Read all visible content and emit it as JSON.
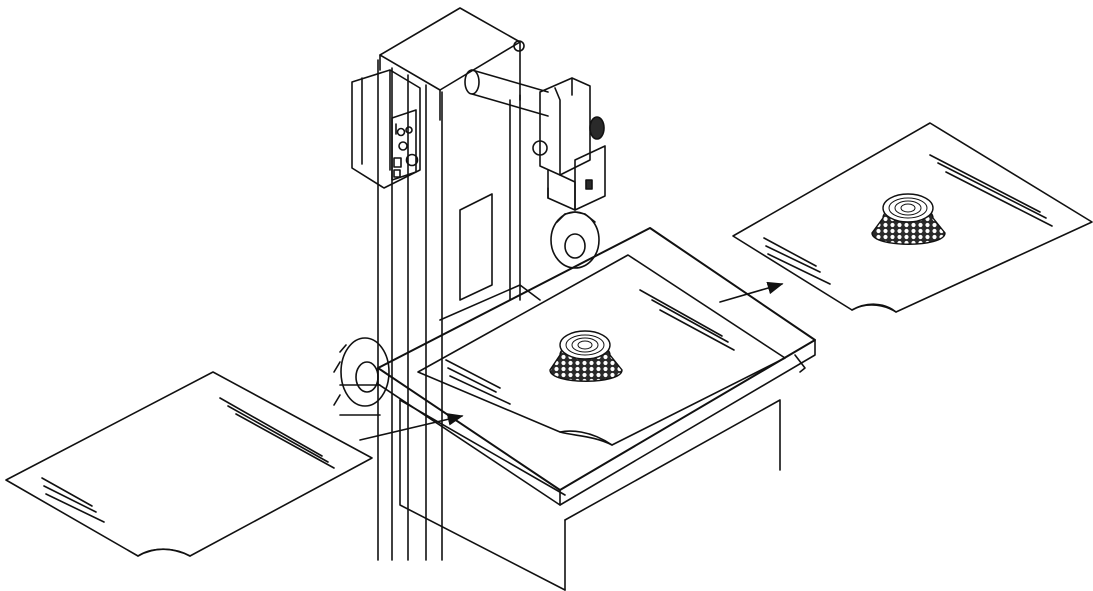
{
  "figure": {
    "style": "line-drawing",
    "colors": {
      "ink": "#111111",
      "paper": "#ffffff",
      "shade": "#2a2a2a"
    },
    "objects": [
      "copy-stand-column",
      "control-box",
      "camera-arm-bracket",
      "film-holder-table",
      "exposure-sheet",
      "input-sheet",
      "output-sheet",
      "feed-in-arrow",
      "exit-arrow"
    ]
  }
}
